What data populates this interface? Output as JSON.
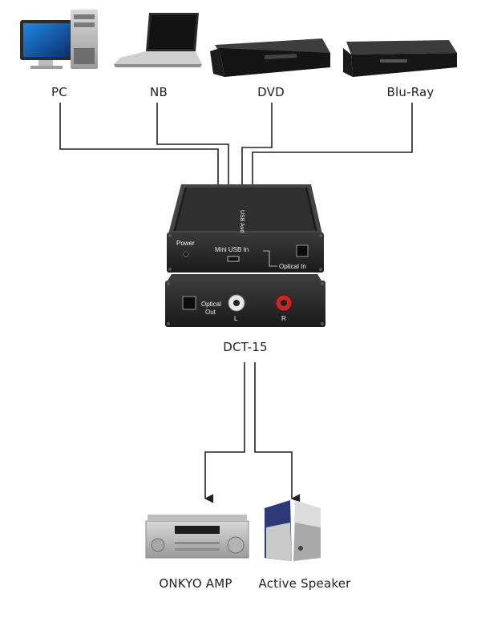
{
  "sources": [
    {
      "id": "pc",
      "label": "PC",
      "icon": "desktop-pc-icon"
    },
    {
      "id": "nb",
      "label": "NB",
      "icon": "laptop-icon"
    },
    {
      "id": "dvd",
      "label": "DVD",
      "icon": "dvd-player-icon"
    },
    {
      "id": "bluray",
      "label": "Blu-Ray",
      "icon": "bluray-player-icon"
    }
  ],
  "device": {
    "label": "DCT-15",
    "top_side_text": "USB Audio Converter",
    "front_panel": {
      "power_label": "Power",
      "mini_usb_label": "Mini USB In",
      "optical_in_label": "Optical In"
    },
    "rear_panel": {
      "optical_out_label": "Optical\nOut",
      "left_label": "L",
      "right_label": "R"
    }
  },
  "outputs": [
    {
      "id": "amp",
      "label": "ONKYO AMP",
      "icon": "av-receiver-icon"
    },
    {
      "id": "speaker",
      "label": "Active Speaker",
      "icon": "speakers-icon"
    }
  ],
  "colors": {
    "line": "#222222",
    "device_body": "#2a2a2a",
    "rca_right": "#c62828",
    "rca_left": "#e8e8e8"
  }
}
